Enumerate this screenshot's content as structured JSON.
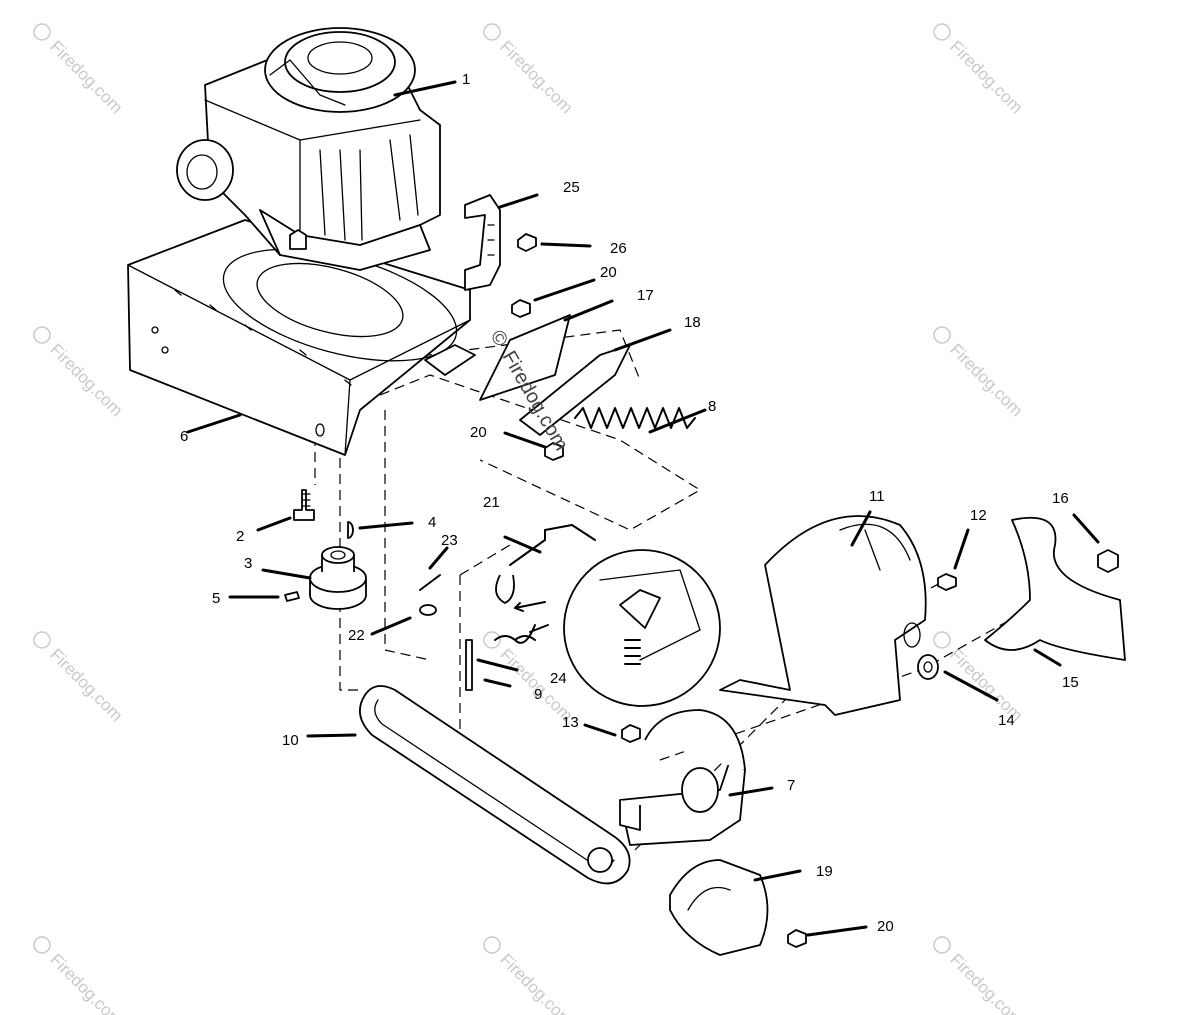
{
  "watermark": "Firedog.com",
  "watermark_symbol": "©",
  "center_watermark": "Firedog.com",
  "center_watermark_symbol": "©",
  "callouts": {
    "c1": "1",
    "c2": "2",
    "c3": "3",
    "c4": "4",
    "c5": "5",
    "c6": "6",
    "c7": "7",
    "c8": "8",
    "c9": "9",
    "c10": "10",
    "c11": "11",
    "c12": "12",
    "c13": "13",
    "c14": "14",
    "c15": "15",
    "c16": "16",
    "c17": "17",
    "c18": "18",
    "c19": "19",
    "c20a": "20",
    "c20b": "20",
    "c20c": "20",
    "c21": "21",
    "c22": "22",
    "c23": "23",
    "c24": "24",
    "c25": "25",
    "c26": "26"
  }
}
